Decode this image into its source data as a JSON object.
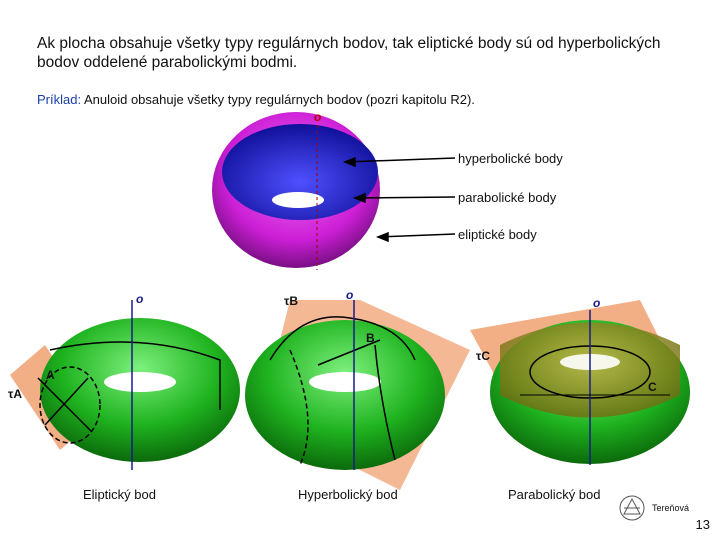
{
  "intro": "Ak plocha obsahuje všetky typy regulárnych bodov, tak eliptické body sú od hyperbolických bodov oddelené parabolickými bodmi.",
  "example": {
    "label": "Príklad:",
    "text": " Anuloid obsahuje všetky typy regulárnych bodov (pozri kapitolu R2)."
  },
  "top_figure": {
    "axis_label": "o",
    "callouts": [
      "hyperbolické body",
      "parabolické body",
      "eliptické body"
    ]
  },
  "figures": [
    {
      "caption": "Eliptický bod",
      "axis_label": "o",
      "plane_label": "τA",
      "point_label": "A"
    },
    {
      "caption": "Hyperbolický bod",
      "axis_label": "o",
      "plane_label": "τB",
      "point_label": "B"
    },
    {
      "caption": "Parabolický bod",
      "axis_label": "o",
      "plane_label": "τC",
      "point_label": "C"
    }
  ],
  "author": "Tereňová",
  "page_number": "13",
  "colors": {
    "magenta": "#cc1fd6",
    "blue": "#1f1fc8",
    "green": "#1fb31f",
    "plane": "#f0a070"
  }
}
